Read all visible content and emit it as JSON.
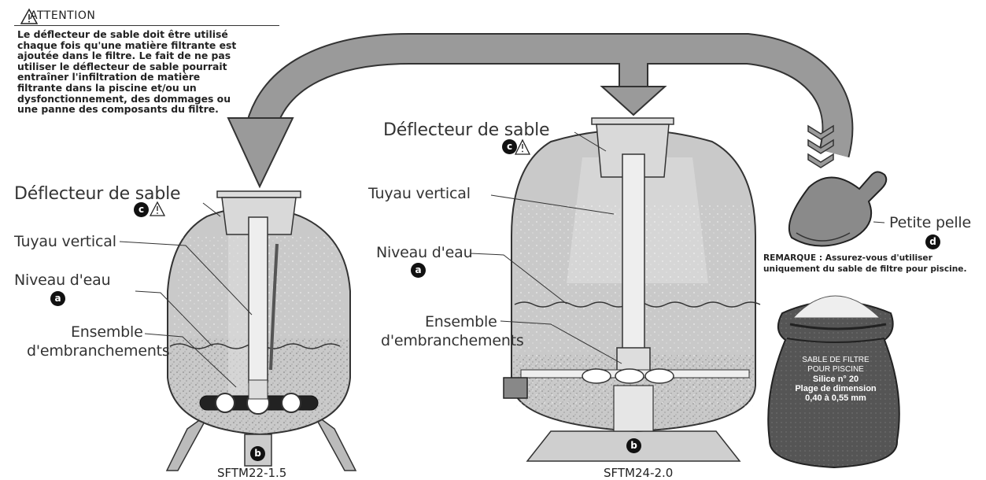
{
  "attention": {
    "title": "ATTENTION",
    "body": "Le déflecteur de sable doit être utilisé\nchaque fois qu'une matière filtrante est\najoutée dans le filtre. Le fait de ne pas\nutiliser le déflecteur de sable pourrait\nentraîner l'infiltration de matière\nfiltrante dans la piscine et/ou un\ndysfonctionnement, des dommages ou\nune panne des composants du filtre."
  },
  "left_filter": {
    "deflector": "Déflecteur de sable",
    "deflector_badge": "c",
    "pipe": "Tuyau vertical",
    "water": "Niveau d'eau",
    "water_badge": "a",
    "manifold_1": "Ensemble",
    "manifold_2": "d'embranchements",
    "drain_badge": "b",
    "model": "SFTM22-1.5"
  },
  "right_filter": {
    "deflector": "Déflecteur de sable",
    "deflector_badge": "c",
    "pipe": "Tuyau vertical",
    "water": "Niveau d'eau",
    "water_badge": "a",
    "manifold_1": "Ensemble",
    "manifold_2": "d'embranchements",
    "drain_badge": "b",
    "model": "SFTM24-2.0"
  },
  "scoop": {
    "label": "Petite pelle",
    "badge": "d"
  },
  "note": "REMARQUE : Assurez-vous d'utiliser\nuniquement du sable de filtre pour piscine.",
  "bag": {
    "line1": "SABLE DE FILTRE",
    "line2": "POUR PISCINE",
    "line3": "Silice n° 20",
    "line4": "Plage de dimension",
    "line5": "0,40 à 0,55 mm"
  },
  "icons": [
    "warning-icon",
    "arrow-down-icon",
    "chevron-down-icon",
    "scoop-icon",
    "sand-bag-icon"
  ],
  "colors": {
    "ink": "#222222",
    "tank": "#c9c9c9",
    "tank_dark": "#a9a9a9",
    "arrow": "#9a9a9a",
    "badge": "#111111"
  }
}
